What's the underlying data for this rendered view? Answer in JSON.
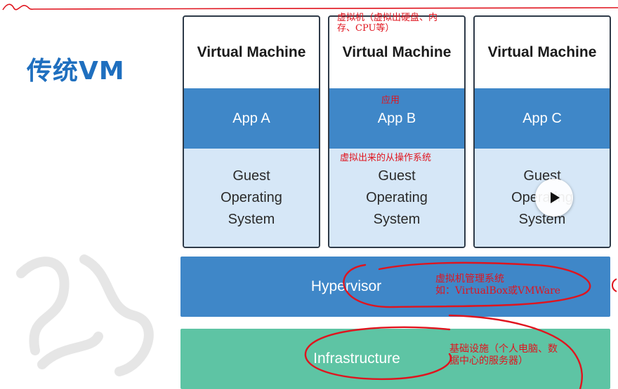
{
  "page_title": "传统VM",
  "vms": [
    {
      "title": "Virtual Machine",
      "app": "App A",
      "os": [
        "Guest",
        "Operating",
        "System"
      ]
    },
    {
      "title": "Virtual Machine",
      "app": "App B",
      "os": [
        "Guest",
        "Operating",
        "System"
      ]
    },
    {
      "title": "Virtual Machine",
      "app": "App C",
      "os": [
        "Guest",
        "Operating",
        "System"
      ]
    }
  ],
  "layers": {
    "hypervisor": "Hypervisor",
    "infrastructure": "Infrastructure"
  },
  "annotations": {
    "vm_note": [
      "虚拟机（虚拟出硬盘、内",
      "存、CPU等）"
    ],
    "app_note": "应用",
    "os_note": "虚拟出来的从操作系统",
    "hypervisor_note": [
      "虚拟机管理系统",
      "如：VirtualBox或VMWare"
    ],
    "infra_note": [
      "基础设施（个人电脑、数",
      "据中心的服务器）"
    ]
  },
  "colors": {
    "title_blue": "#1f6fbf",
    "app_blue": "#3f87c8",
    "os_light_blue": "#d6e7f7",
    "infra_green": "#5ec4a4",
    "annotation_red": "#e0141e"
  },
  "icons": {
    "play": "play-icon"
  }
}
